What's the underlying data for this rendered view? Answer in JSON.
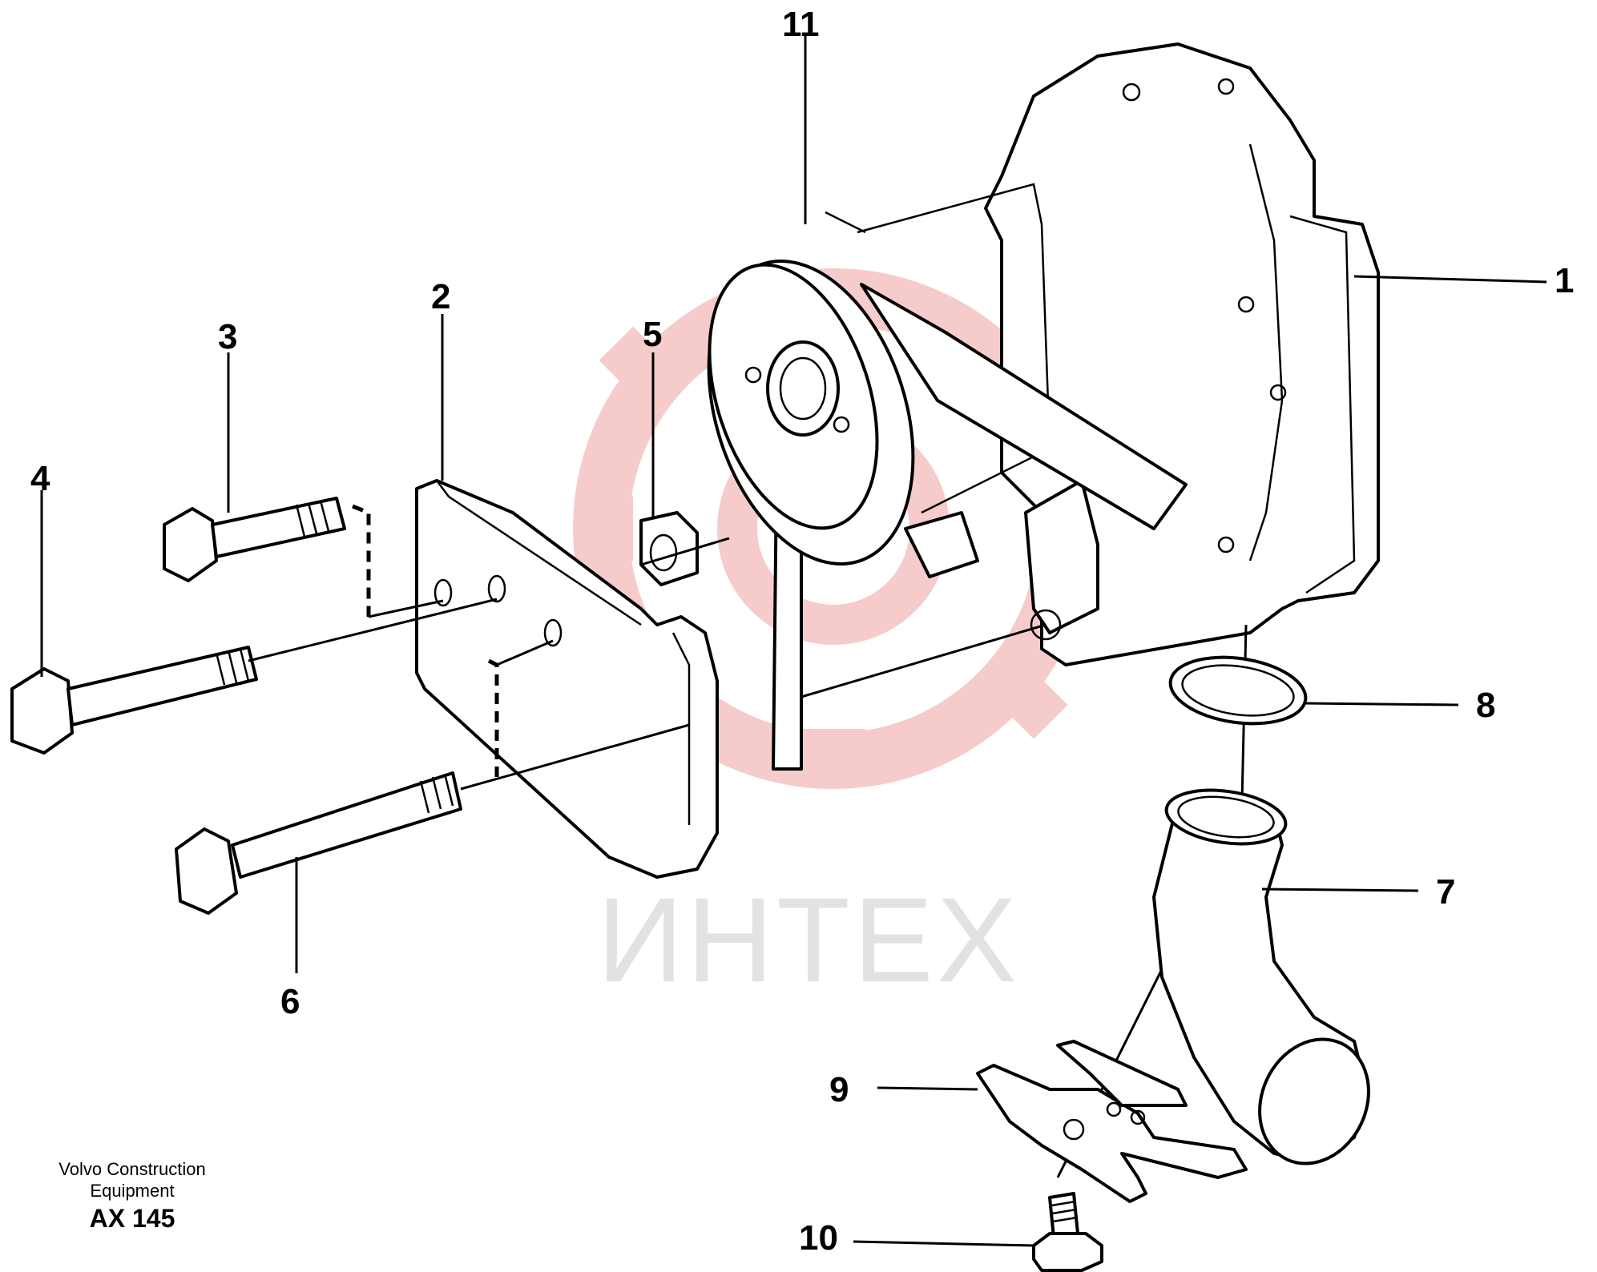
{
  "diagram": {
    "callouts": [
      "1",
      "2",
      "3",
      "4",
      "5",
      "6",
      "7",
      "8",
      "9",
      "10",
      "11"
    ],
    "watermark_text": "ИНТЕХ",
    "watermark_color": "#f4c6c6"
  },
  "caption": {
    "line1": "Volvo Construction",
    "line2": "Equipment",
    "code": "AX 145"
  }
}
